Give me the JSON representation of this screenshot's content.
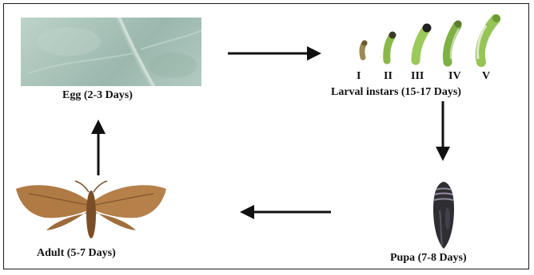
{
  "stages": {
    "egg": {
      "label": "Egg (2-3 Days)"
    },
    "larva": {
      "label": "Larval instars (15-17 Days)",
      "instars": [
        "I",
        "II",
        "III",
        "IV",
        "V"
      ]
    },
    "pupa": {
      "label": "Pupa (7-8 Days)"
    },
    "adult": {
      "label": "Adult (5-7 Days)"
    }
  },
  "colors": {
    "arrow": "#111111",
    "leaf": "#a9c3b9",
    "larva": "#8fbf4a",
    "pupa": "#2e2e33",
    "moth": "#b07a45"
  }
}
